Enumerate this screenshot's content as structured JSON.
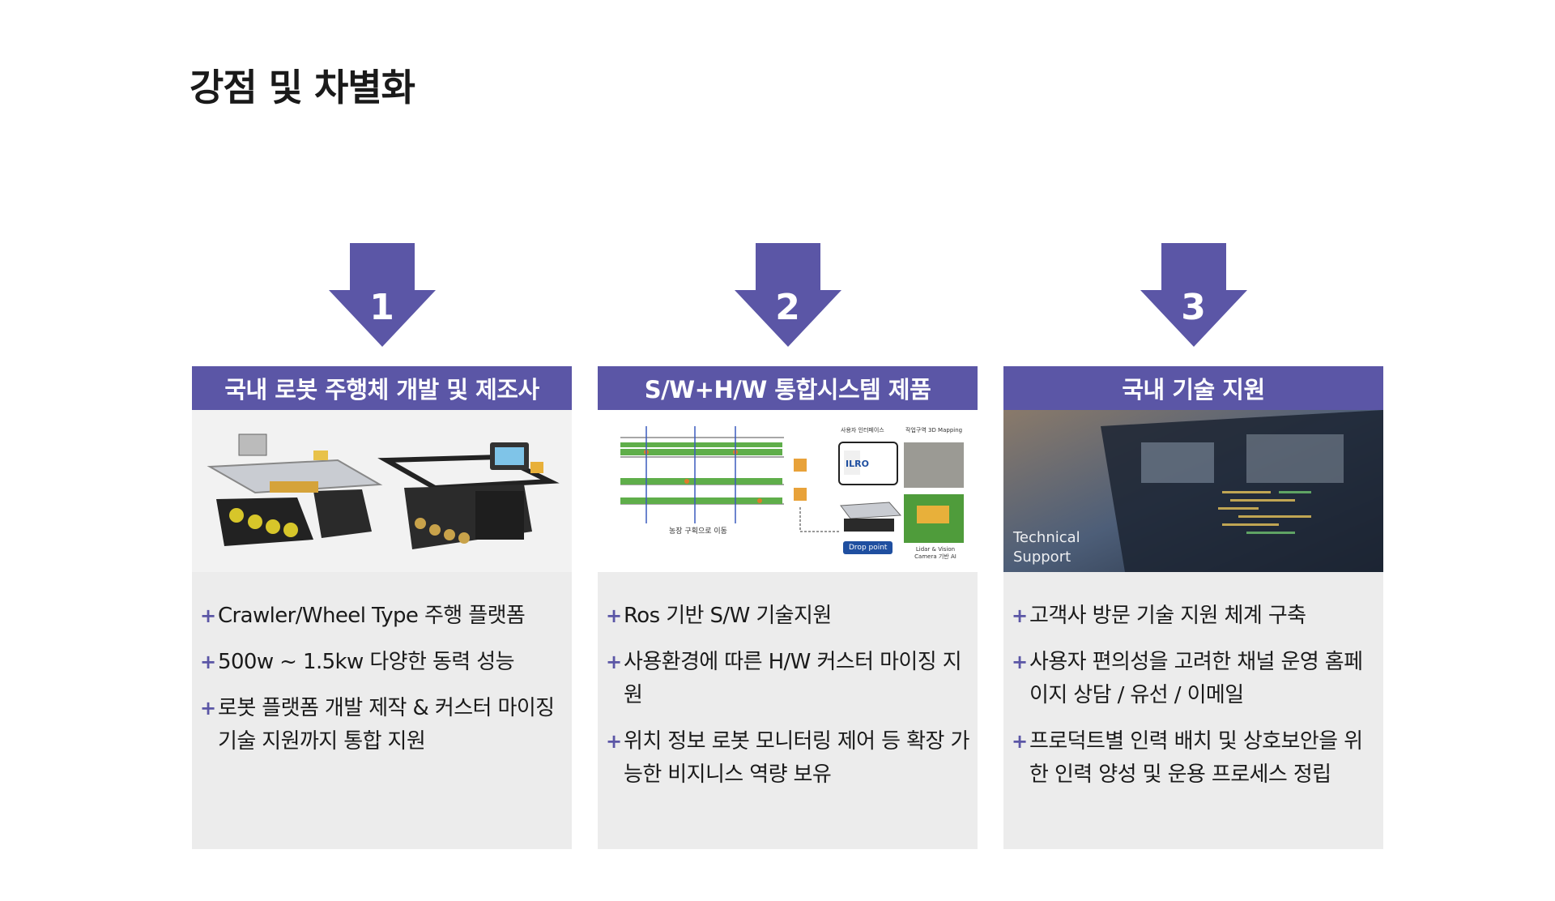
{
  "page": {
    "title": "강점 및 차별화"
  },
  "colors": {
    "accent": "#5b56a6",
    "card_bg": "#ececec"
  },
  "columns": [
    {
      "number": "1",
      "header": "국내 로봇 주행체 개발 및 제조사",
      "bullets": [
        "Crawler/Wheel Type 주행 플랫폼",
        "500w ~ 1.5kw 다양한 동력 성능",
        "로봇 플랫폼 개발 제작 & 커스터 마이징 기술 지원까지 통합 지원"
      ]
    },
    {
      "number": "2",
      "header": "S/W+H/W 통합시스템 제품",
      "bullets": [
        "Ros 기반 S/W 기술지원",
        "사용환경에 따른 H/W 커스터 마이징 지원",
        "위치 정보 로봇 모니터링 제어 등 확장 가능한 비지니스 역량 보유"
      ],
      "image_labels": {
        "farm_move": "농장 구획으로 이동",
        "drop_point": "Drop point",
        "ui": "사용자 인터페이스",
        "mapping": "작업구역 3D Mapping",
        "lidar": "Lidar & Vision Camera 기반 AI",
        "ilro": "ILRO"
      }
    },
    {
      "number": "3",
      "header": "국내 기술 지원",
      "bullets": [
        "고객사 방문 기술 지원 체계 구축",
        "사용자 편의성을 고려한 채널 운영 홈페이지 상담 / 유선 / 이메일",
        "프로덕트별 인력 배치 및 상호보안을 위한 인력 양성 및 운용 프로세스 정립"
      ],
      "image_labels": {
        "technical": "Technical",
        "support": "Support"
      }
    }
  ],
  "icons": {
    "bullet": "+"
  }
}
